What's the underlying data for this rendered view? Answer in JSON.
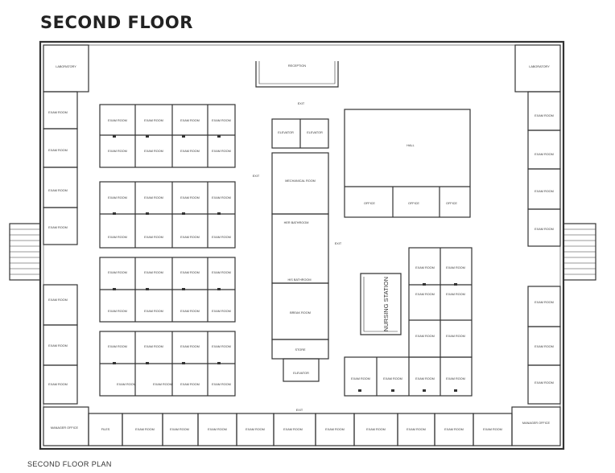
{
  "title": "SECOND FLOOR",
  "caption": "SECOND FLOOR PLAN",
  "labels": {
    "laboratory": "LABORATORY",
    "exam_room": "EXAM ROOM",
    "reception": "RECEPTION",
    "elevator": "ELEVATOR",
    "mechanical_room": "MECHANICAL ROOM",
    "hall": "HALL",
    "office": "OFFICE",
    "her_bathroom": "HER BATHROOM",
    "his_bathroom": "HIS BATHROOM",
    "break_room": "BREAK ROOM",
    "storage": "STORE",
    "nursing_station": "NURSING STATION",
    "manager_office": "MANAGER OFFICE",
    "files": "FILES",
    "exit": "EXIT"
  },
  "colors": {
    "line": "#333333",
    "background": "#ffffff"
  }
}
